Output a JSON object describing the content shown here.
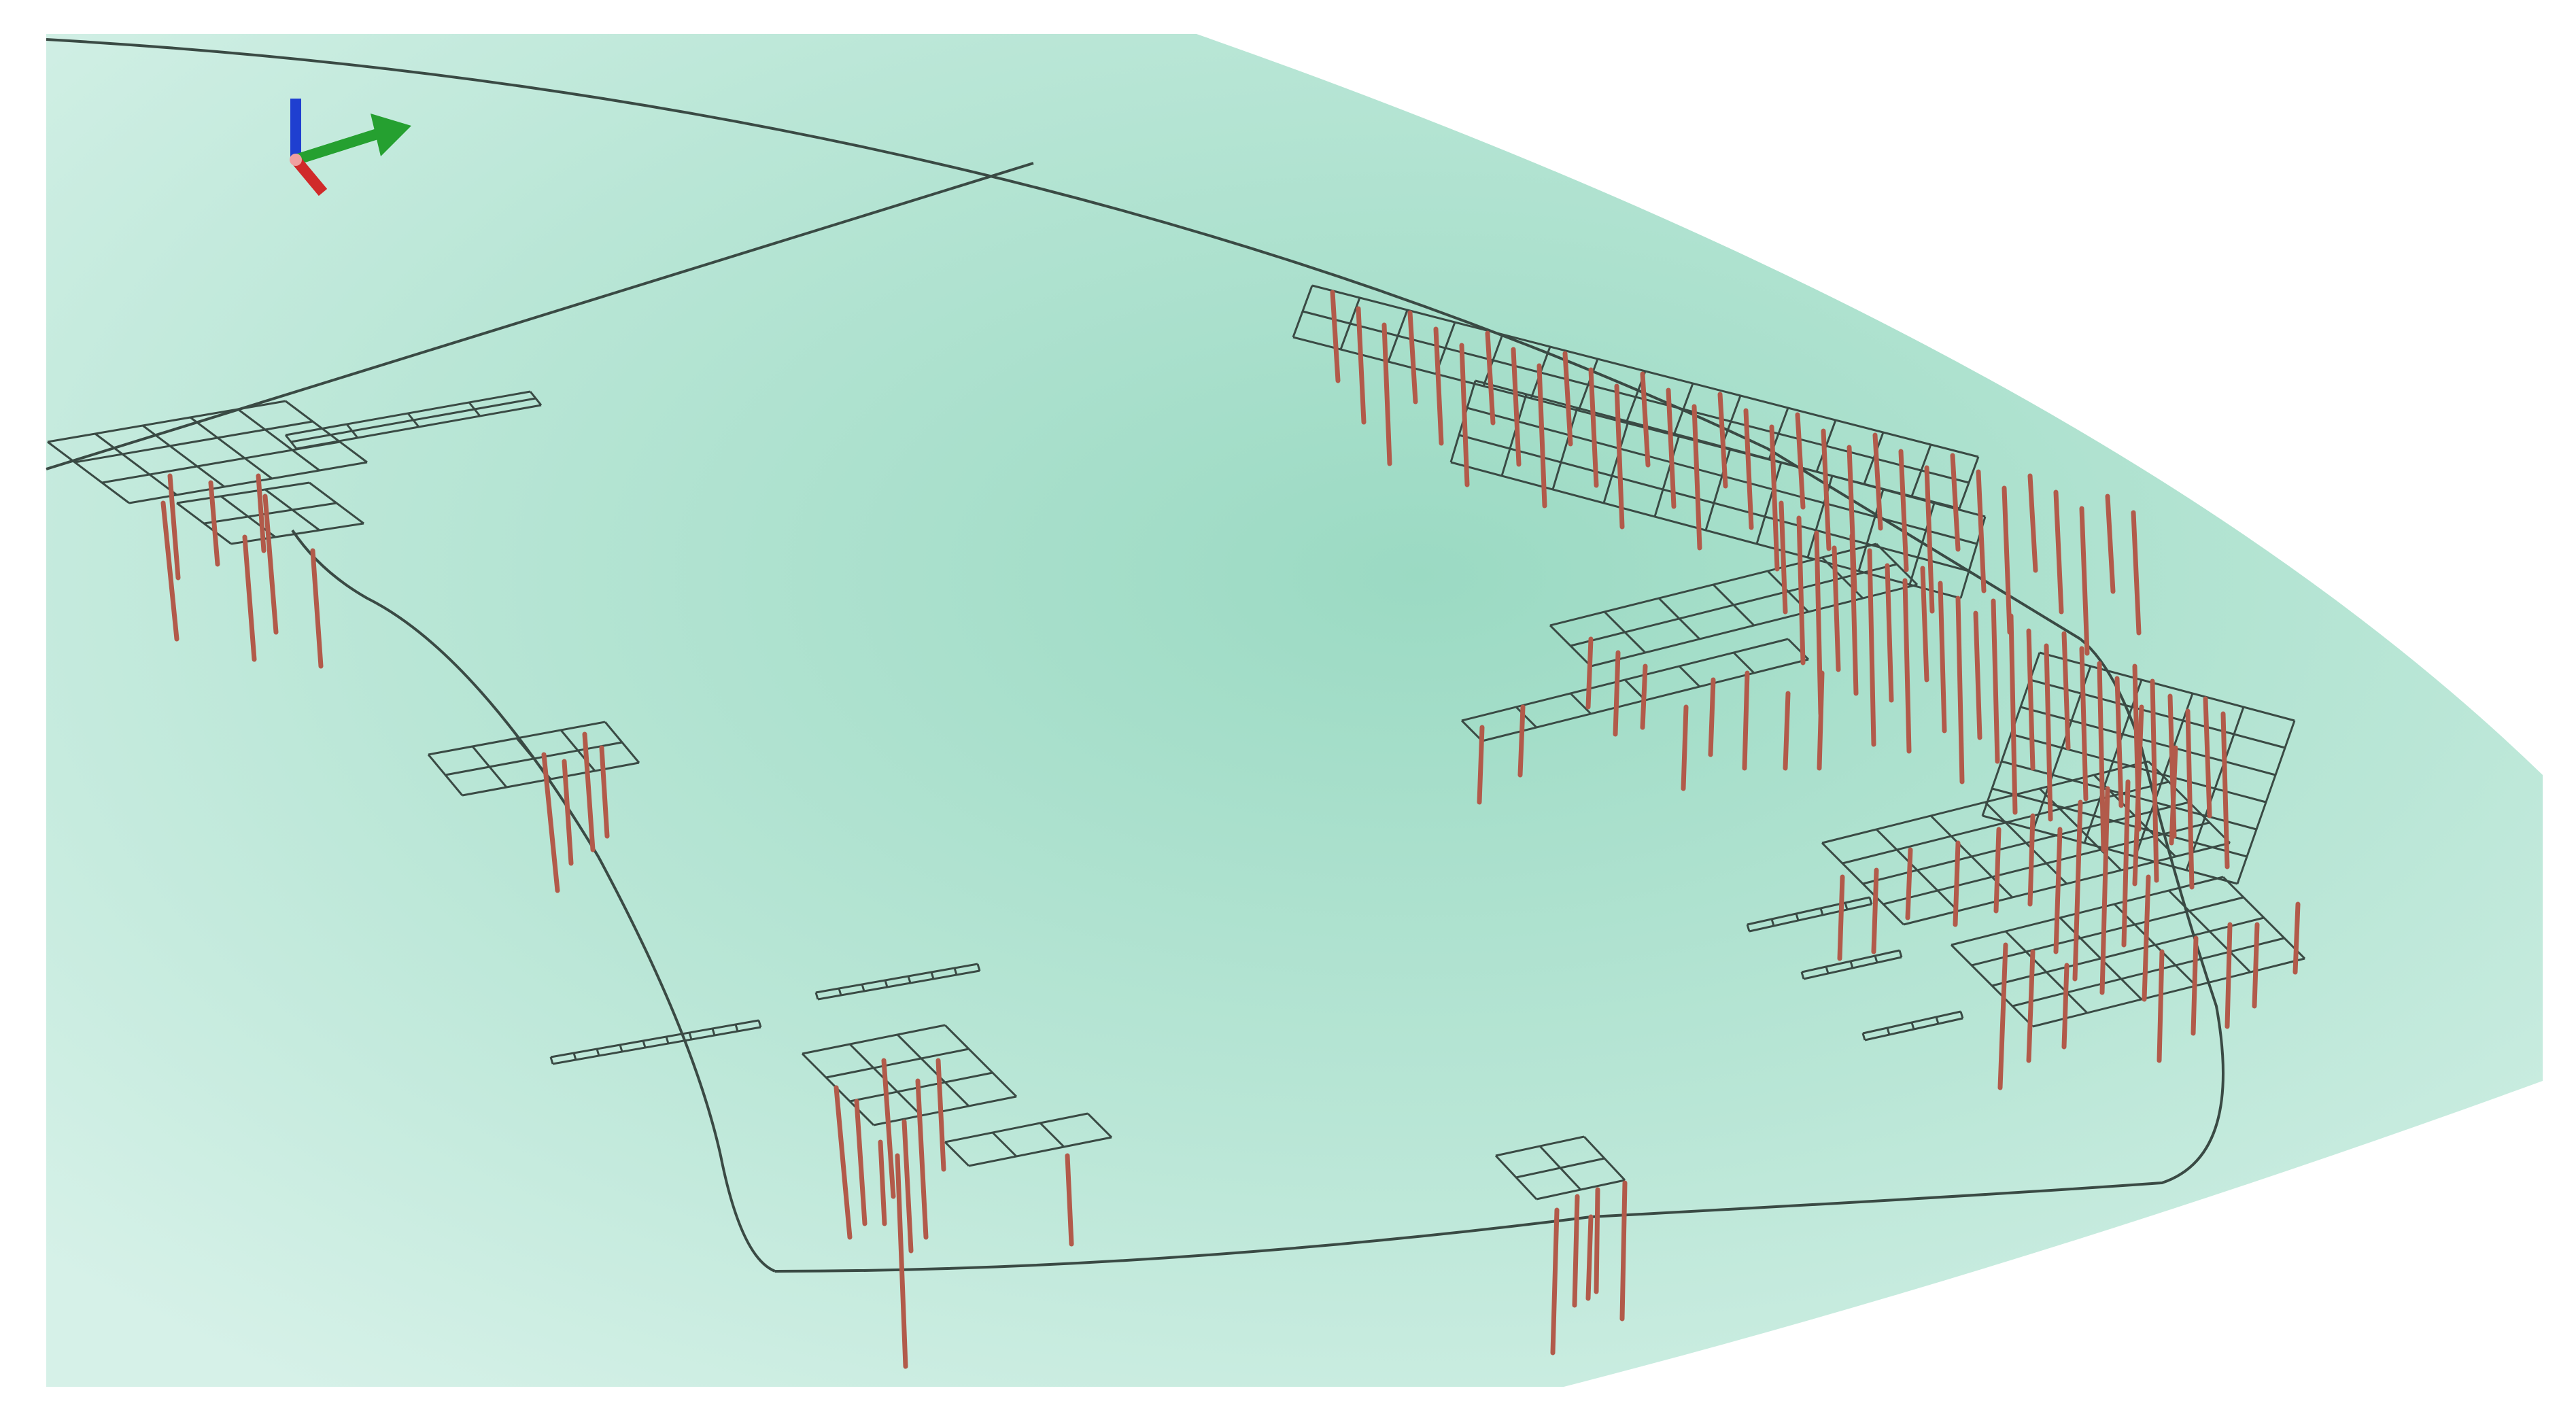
{
  "scene": {
    "colors": {
      "background": "#ffffff",
      "surface_light": "#d6f1e8",
      "surface_mid": "#b9e6d6",
      "surface_dark": "#9bdac3",
      "wireframe": "#3a4a44",
      "borehole": "#b25a4a",
      "axis_z": "#1f3fd0",
      "axis_y": "#25a030",
      "axis_x": "#d02a2a"
    },
    "icons": [
      "axis-triad-icon"
    ],
    "features": [
      "terrain-surface",
      "boundary-outline",
      "block-grids",
      "boreholes"
    ]
  }
}
